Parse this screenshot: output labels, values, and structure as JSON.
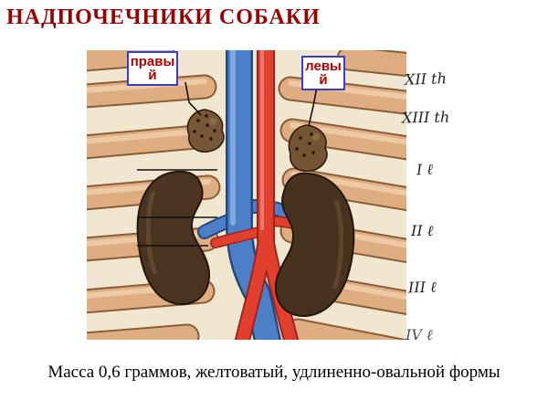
{
  "slide": {
    "title": "НАДПОЧЕЧНИКИ СОБАКИ",
    "caption": "Масса 0,6 граммов, желтоватый, удлиненно-овальной формы"
  },
  "figure": {
    "description": "anatomical illustration of dog adrenal glands, kidneys, aorta and vena cava between ribs",
    "labels": {
      "right_adrenal": "правый",
      "left_adrenal": "левый"
    },
    "rib_labels": [
      "XII th",
      "XIII th",
      "I ℓ",
      "II ℓ",
      "III ℓ",
      "IV ℓ"
    ],
    "colors": {
      "title_text": "#990000",
      "callout_text": "#b00000",
      "callout_border": "#3b3bd0",
      "figure_background": "#f1e7d0",
      "rib_tan": "#dfad82",
      "vena_cava_blue": "#4b80c8",
      "aorta_red": "#e2402f",
      "kidney_brown": "#4a3421",
      "adrenal_brown": "#7a5638"
    }
  }
}
